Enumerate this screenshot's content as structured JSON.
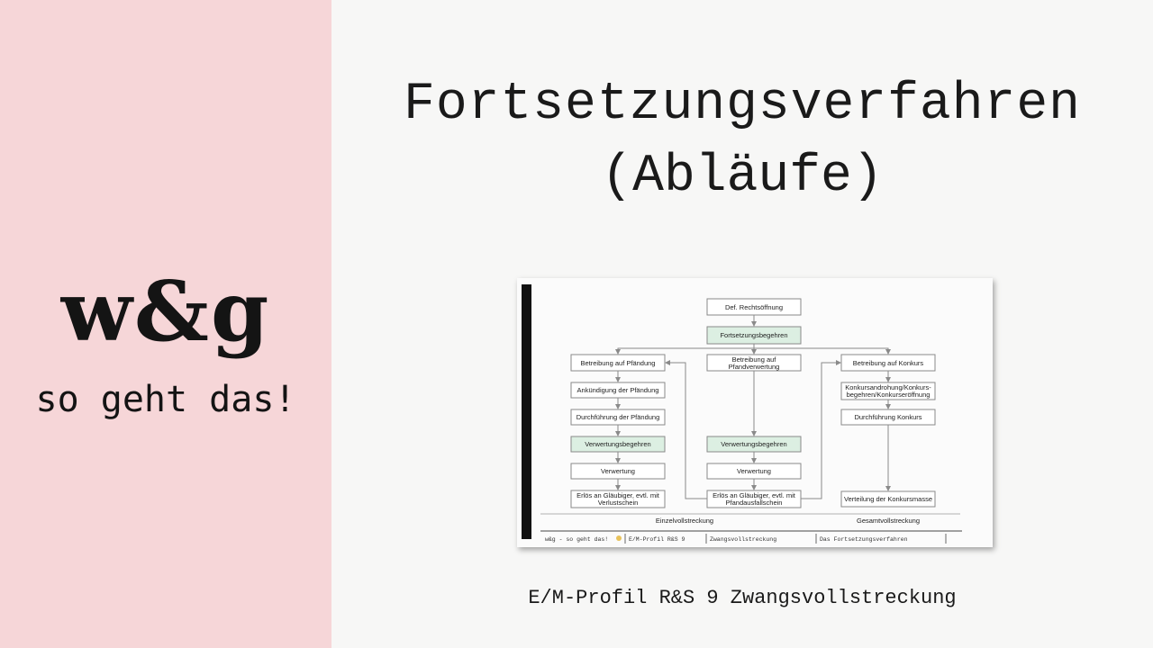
{
  "brand": {
    "logo": "w&g",
    "tagline": "so geht das!"
  },
  "title": {
    "line1": "Fortsetzungsverfahren",
    "line2": "(Abläufe)"
  },
  "caption": "E/M-Profil R&S 9 Zwangsvollstreckung",
  "diagram": {
    "top": {
      "start": "Def. Rechtsöffnung",
      "request": "Fortsetzungsbegehren"
    },
    "left": {
      "b1": "Betreibung auf Pfändung",
      "b2": "Ankündigung der Pfändung",
      "b3": "Durchführung der Pfändung",
      "b4": "Verwertungsbegehren",
      "b5": "Verwertung",
      "b6_1": "Erlös an Gläubiger, evtl. mit",
      "b6_2": "Verlustschein"
    },
    "middle": {
      "b1_1": "Betreibung auf",
      "b1_2": "Pfandverwertung",
      "b2": "Verwertungsbegehren",
      "b3": "Verwertung",
      "b4_1": "Erlös an Gläubiger, evtl. mit",
      "b4_2": "Pfandausfallschein"
    },
    "right": {
      "b1": "Betreibung auf Konkurs",
      "b2_1": "Konkursandrohung/Konkurs-",
      "b2_2": "begehren/Konkurseröffnung",
      "b3": "Durchführung Konkurs",
      "b4": "Verteilung der Konkursmasse"
    },
    "labels": {
      "left": "Einzelvollstreckung",
      "right": "Gesamtvollstreckung"
    },
    "footer": {
      "brand": "w&g - so geht das!",
      "profile": "E/M-Profil R&S 9",
      "topic": "Zwangsvollstreckung",
      "chapter": "Das Fortsetzungsverfahren"
    }
  }
}
